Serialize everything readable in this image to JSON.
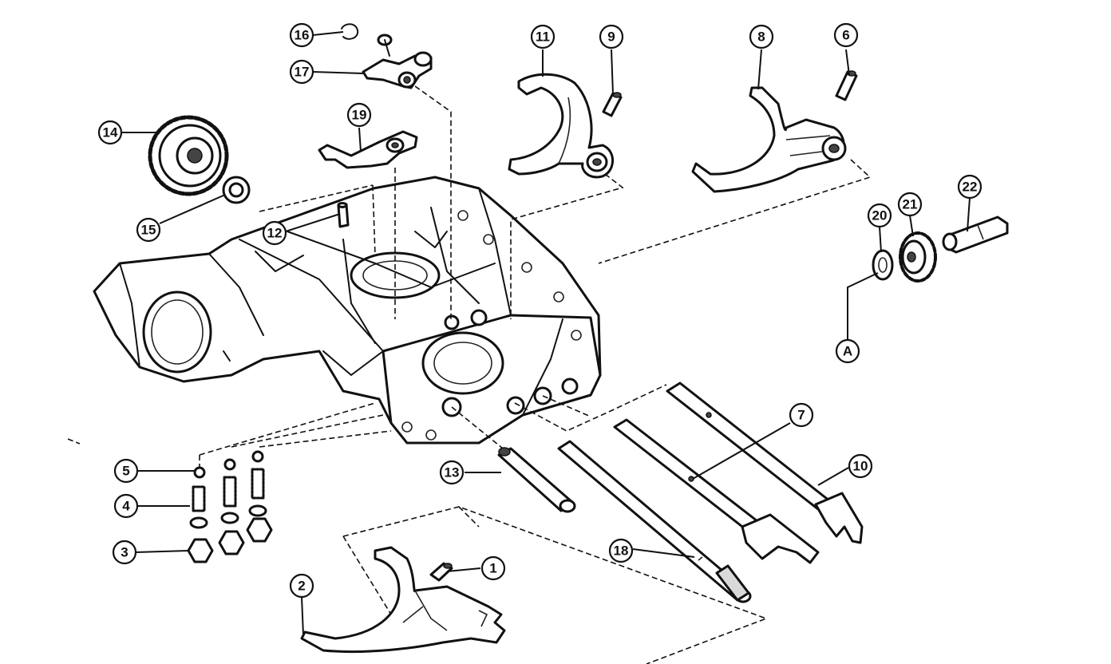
{
  "diagram": {
    "callouts": [
      {
        "id": "c1",
        "label": "1"
      },
      {
        "id": "c2",
        "label": "2"
      },
      {
        "id": "c3",
        "label": "3"
      },
      {
        "id": "c4",
        "label": "4"
      },
      {
        "id": "c5",
        "label": "5"
      },
      {
        "id": "c6",
        "label": "6"
      },
      {
        "id": "c7",
        "label": "7"
      },
      {
        "id": "c8",
        "label": "8"
      },
      {
        "id": "c9",
        "label": "9"
      },
      {
        "id": "c10",
        "label": "10"
      },
      {
        "id": "c11",
        "label": "11"
      },
      {
        "id": "c12",
        "label": "12"
      },
      {
        "id": "c13",
        "label": "13"
      },
      {
        "id": "c14",
        "label": "14"
      },
      {
        "id": "c15",
        "label": "15"
      },
      {
        "id": "c16",
        "label": "16"
      },
      {
        "id": "c17",
        "label": "17"
      },
      {
        "id": "c18",
        "label": "18"
      },
      {
        "id": "c19",
        "label": "19"
      },
      {
        "id": "c20",
        "label": "20"
      },
      {
        "id": "c21",
        "label": "21"
      },
      {
        "id": "c22",
        "label": "22"
      },
      {
        "id": "cA",
        "label": "A"
      }
    ]
  }
}
